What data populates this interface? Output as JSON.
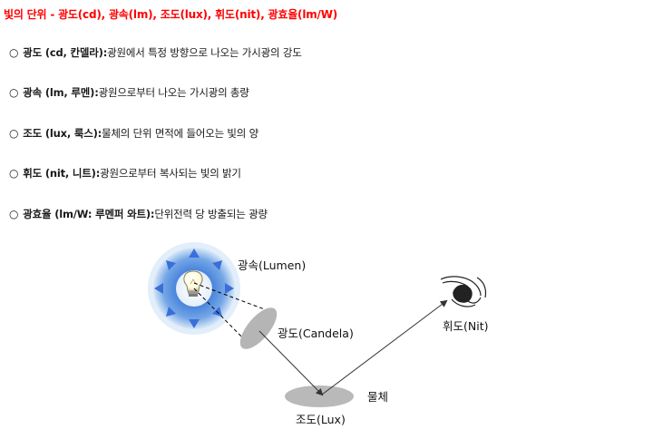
{
  "title": "빛의 단위 - 광도(cd), 광속(lm), 조도(lux), 휘도(nit), 광효율(lm/W)",
  "definitions": [
    {
      "term": "광도 (cd, 칸델라):",
      "desc": " 광원에서 특정 방향으로 나오는 가시광의 강도"
    },
    {
      "term": "광속 (lm, 루멘):",
      "desc": " 광원으로부터 나오는 가시광의 총량"
    },
    {
      "term": "조도 (lux, 룩스):",
      "desc": " 물체의 단위 면적에 들어오는 빛의 양"
    },
    {
      "term": "휘도 (nit, 니트):",
      "desc": " 광원으로부터 복사되는 빛의 밝기"
    },
    {
      "term": "광효율 (lm/W: 루멘퍼 와트):",
      "desc": " 단위전력 당 방출되는 광량"
    }
  ],
  "bullet_symbol": "○",
  "diagram": {
    "luminous_flux_label": "광속(Lumen)",
    "luminous_intensity_label": "광도(Candela)",
    "luminance_label": "휘도(Nit)",
    "object_label": "물체",
    "illuminance_label": "조도(Lux)"
  },
  "colors": {
    "title": "#ff0000",
    "glow_outer": "#cfe3f7",
    "glow_inner": "#2f6fd0",
    "arrow": "#3a6fd8",
    "ellipse": "#b4b4b4"
  },
  "icons": [
    "light-bulb-icon",
    "eye-icon"
  ]
}
